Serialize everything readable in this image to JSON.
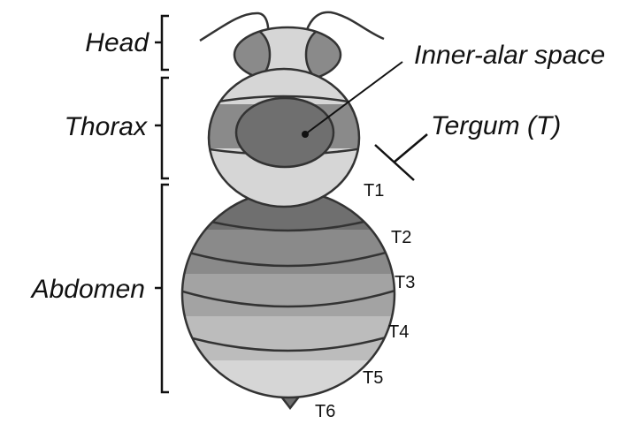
{
  "body_parts": {
    "head": "Head",
    "thorax": "Thorax",
    "abdomen": "Abdomen"
  },
  "callouts": {
    "inner_alar_space": "Inner-alar space",
    "tergum": "Tergum (T)"
  },
  "segments": [
    "T1",
    "T2",
    "T3",
    "T4",
    "T5",
    "T6"
  ],
  "colors": {
    "light_grey": "#d6d6d6",
    "mid_grey": "#a3a3a3",
    "dark_grey": "#6f6f6f",
    "outline": "#333333"
  }
}
